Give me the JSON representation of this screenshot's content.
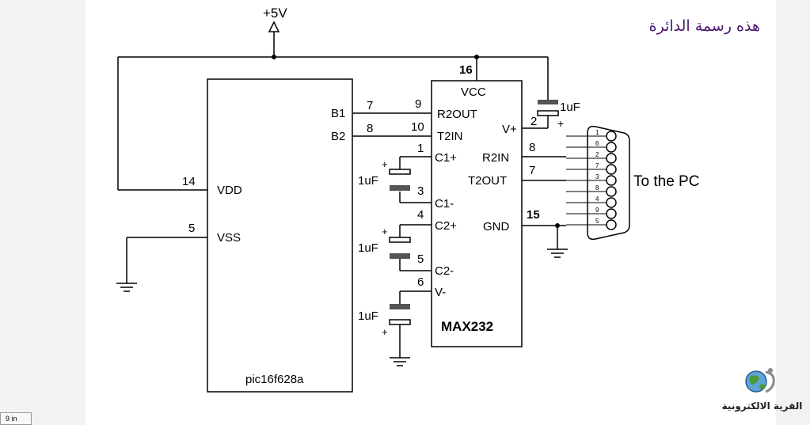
{
  "title": "هذه رسمة الدائرة",
  "power": {
    "supply_label": "+5V"
  },
  "microcontroller": {
    "name": "pic16f628a",
    "pins": [
      {
        "num": "14",
        "label": "VDD"
      },
      {
        "num": "5",
        "label": "VSS"
      },
      {
        "num": "",
        "label": "B1"
      },
      {
        "num": "",
        "label": "B2"
      }
    ]
  },
  "driver_ic": {
    "name": "MAX232",
    "pins": [
      {
        "num": "16",
        "label": "VCC"
      },
      {
        "num": "9",
        "label": "R2OUT"
      },
      {
        "num": "10",
        "label": "T2IN"
      },
      {
        "num": "1",
        "label": "C1+"
      },
      {
        "num": "3",
        "label": "C1-"
      },
      {
        "num": "4",
        "label": "C2+"
      },
      {
        "num": "5",
        "label": "C2-"
      },
      {
        "num": "6",
        "label": "V-"
      },
      {
        "num": "2",
        "label": "V+"
      },
      {
        "num": "8",
        "label": "R2IN"
      },
      {
        "num": "7",
        "label": "T2OUT"
      },
      {
        "num": "15",
        "label": "GND"
      }
    ]
  },
  "wires": {
    "b1_to_r2out": "7",
    "b2_to_t2in": "8"
  },
  "capacitors": {
    "value": "1uF",
    "plus": "+"
  },
  "connector": {
    "label": "To the PC",
    "pin_numbers": [
      "1",
      "6",
      "2",
      "7",
      "3",
      "8",
      "4",
      "9",
      "5"
    ]
  },
  "logo": {
    "text": "القرية الالكترونية",
    "icon": "globe-icon"
  },
  "page_tag": {
    "text": "9 in"
  },
  "colors": {
    "title": "#4b1870",
    "wire": "#000000",
    "cap_fill": "#555555"
  }
}
